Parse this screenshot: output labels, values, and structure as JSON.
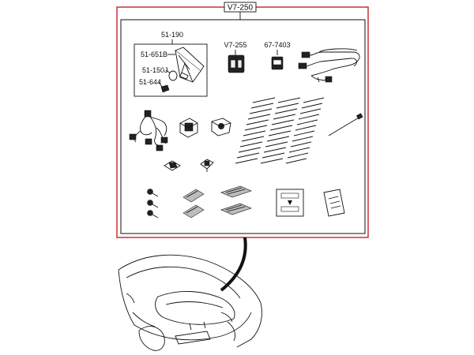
{
  "diagram": {
    "kit_label": "V7-250",
    "frame_color": "#c8222c",
    "parts": {
      "bracket_group": "51-190",
      "bracket": "51-651B",
      "cap": "51-150J",
      "clip": "51-644",
      "switch": "V7-255",
      "connector": "67-7403"
    }
  }
}
